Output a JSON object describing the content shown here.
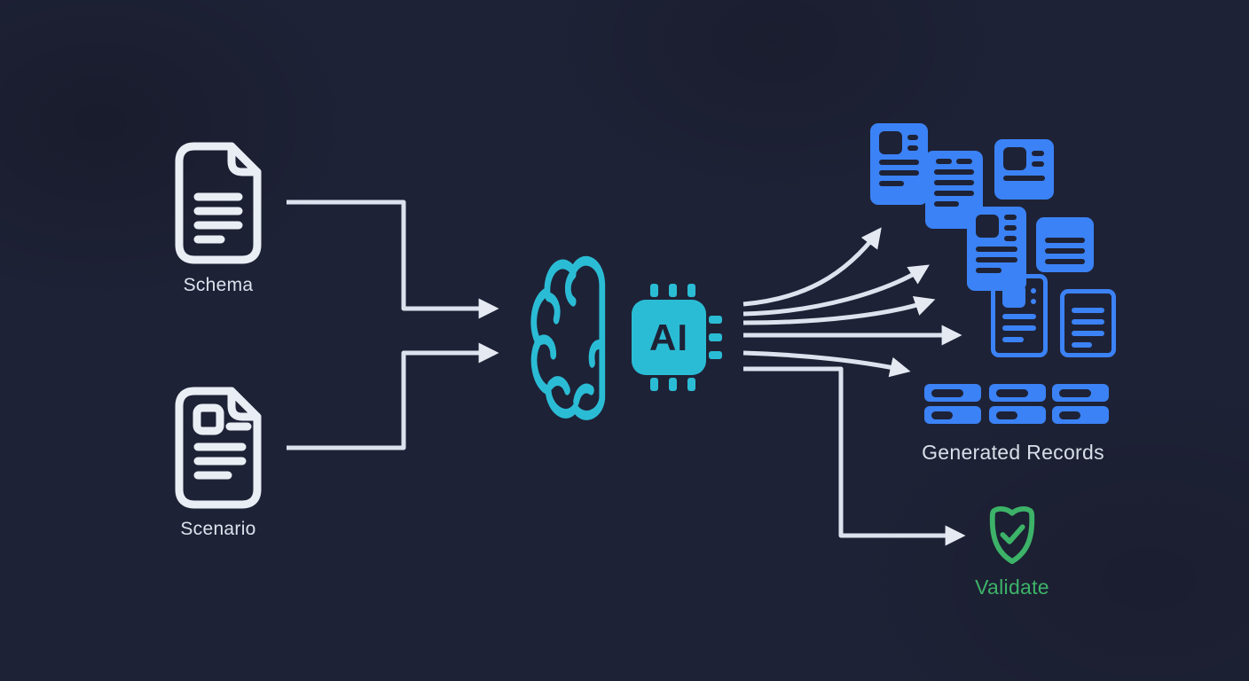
{
  "colors": {
    "background": "#1e2236",
    "accent_cyan": "#2bbcd5",
    "record_blue": "#3b82f6",
    "connector_gray": "#dde3ee",
    "success_green": "#3cb368",
    "label_gray": "#dce2ec"
  },
  "nodes": {
    "schema": {
      "label": "Schema"
    },
    "scenario": {
      "label": "Scenario"
    },
    "ai_processor": {
      "chip_label": "AI"
    },
    "generated_records": {
      "label": "Generated Records"
    },
    "validate": {
      "label": "Validate"
    }
  }
}
